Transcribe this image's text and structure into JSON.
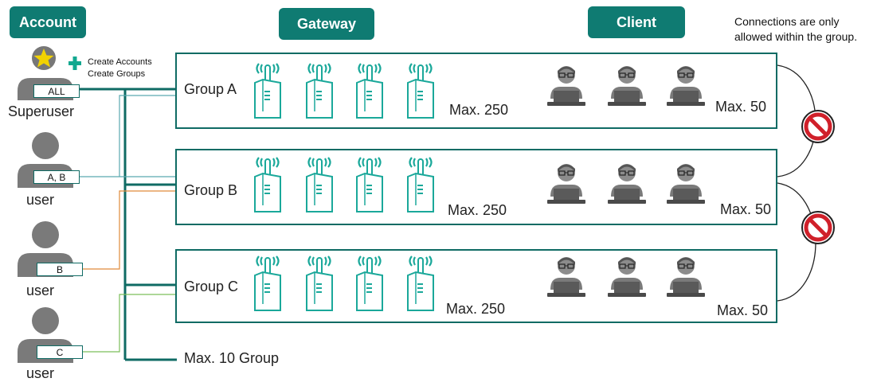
{
  "headers": {
    "account": "Account",
    "gateway": "Gateway",
    "client": "Client"
  },
  "note": "Connections are only allowed within the group.",
  "superuser_actions": {
    "line1": "Create Accounts",
    "line2": "Create Groups"
  },
  "users": [
    {
      "tag": "ALL",
      "label": "Superuser"
    },
    {
      "tag": "A, B",
      "label": "user"
    },
    {
      "tag": "B",
      "label": "user"
    },
    {
      "tag": "C",
      "label": "user"
    }
  ],
  "groups": [
    {
      "name": "Group A",
      "gateway_max": "Max. 250",
      "client_max": "Max. 50"
    },
    {
      "name": "Group B",
      "gateway_max": "Max. 250",
      "client_max": "Max. 50"
    },
    {
      "name": "Group C",
      "gateway_max": "Max. 250",
      "client_max": "Max. 50"
    }
  ],
  "max_groups": "Max. 10 Group",
  "colors": {
    "header": "#0f7b72",
    "teal": "#1aa89a",
    "line_dark": "#0f6b64",
    "line_blue": "#5aa9b0",
    "line_orange": "#e08a3a",
    "line_green": "#7cbf5a",
    "no_sign": "#d0202a",
    "star": "#f2d200",
    "plus": "#12a890"
  },
  "icons": {
    "gateway": "wireless-gateway-icon",
    "client": "person-at-laptop-icon",
    "prohibited": "no-entry-icon",
    "admin": "star-badge-icon",
    "add": "plus-icon"
  }
}
